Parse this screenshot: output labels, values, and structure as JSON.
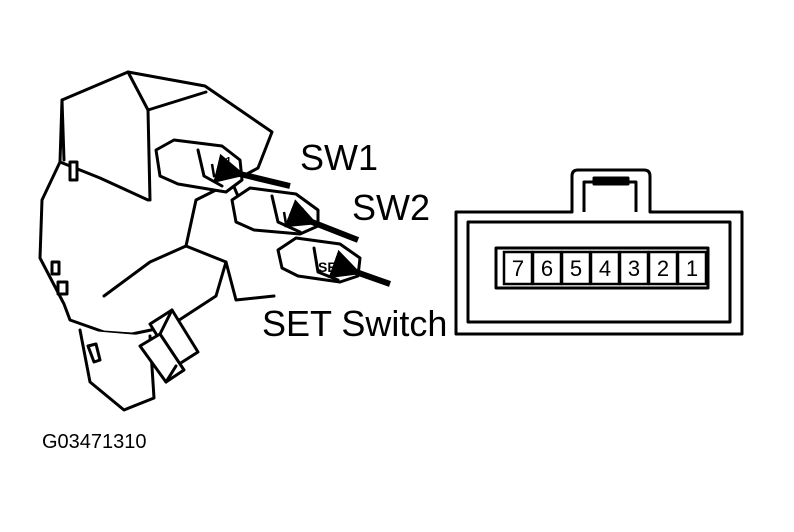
{
  "labels": {
    "sw1": "SW1",
    "sw2": "SW2",
    "set_switch": "SET Switch",
    "figure_code": "G03471310"
  },
  "switch_buttons": {
    "button1": "1",
    "button2": "2",
    "set": "SET"
  },
  "connector": {
    "pins": [
      "7",
      "6",
      "5",
      "4",
      "3",
      "2",
      "1"
    ]
  }
}
